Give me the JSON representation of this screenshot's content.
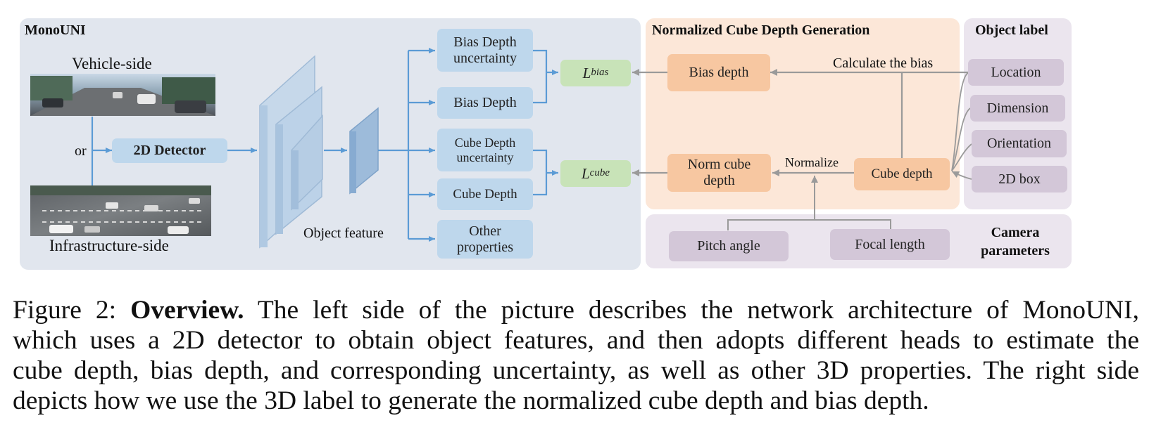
{
  "panels": {
    "left_title": "MonoUNI",
    "middle_title": "Normalized Cube Depth Generation",
    "right_title": "Object label",
    "camera_title_line1": "Camera",
    "camera_title_line2": "parameters"
  },
  "left": {
    "vehicle_label": "Vehicle-side",
    "infra_label": "Infrastructure-side",
    "or_label": "or",
    "detector_label": "2D Detector",
    "object_feature_label": "Object feature"
  },
  "heads": {
    "bias_unc_line1": "Bias Depth",
    "bias_unc_line2": "uncertainty",
    "bias_depth": "Bias Depth",
    "cube_unc_line1": "Cube Depth",
    "cube_unc_line2": "uncertainty",
    "cube_depth": "Cube Depth",
    "other_line1": "Other",
    "other_line2": "properties"
  },
  "losses": {
    "bias_main": "L",
    "bias_sub": "bias",
    "cube_main": "L",
    "cube_sub": "cube"
  },
  "generation": {
    "bias_depth": "Bias depth",
    "norm_line1": "Norm cube",
    "norm_line2": "depth",
    "cube_depth": "Cube depth",
    "calc_label": "Calculate the bias",
    "normalize_label": "Normalize"
  },
  "object_label": {
    "items": [
      "Location",
      "Dimension",
      "Orientation",
      "2D box"
    ]
  },
  "camera": {
    "pitch": "Pitch angle",
    "focal": "Focal length"
  },
  "caption": {
    "prefix": "Figure 2: ",
    "bold": "Overview.",
    "line1_rest": " The left side of the picture describes the network architecture of MonoUNI,",
    "line2": "which uses a 2D detector to obtain object features, and then adopts different heads to estimate the",
    "line3": "cube depth, bias depth, and corresponding uncertainty, as well as other 3D properties. The right side",
    "line4": "depicts how we use the 3D label to generate the normalized cube depth and bias depth."
  },
  "colors": {
    "panel_left": "#e1e6ee",
    "panel_middle": "#fce7d8",
    "panel_right": "#ebe5ee",
    "arrow_blue": "#5b9bd5",
    "arrow_gray": "#9a9a9a",
    "head_box": "#bed7ec",
    "gen_box": "#f7c7a1",
    "label_box": "#d3c7d8",
    "loss_box": "#c8e3b8"
  }
}
